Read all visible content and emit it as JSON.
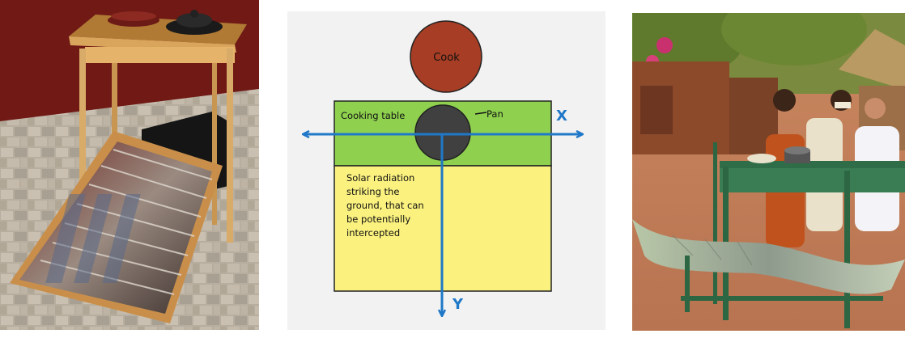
{
  "diagram": {
    "cook_label": "Cook",
    "table_label": "Cooking table",
    "pan_label": "Pan",
    "solar_text_lines": [
      "Solar radiation",
      "striking the",
      "ground, that can",
      "be potentially",
      "intercepted"
    ],
    "x_axis_label": "X",
    "y_axis_label": "Y"
  },
  "colors": {
    "cook_fill": "#a63d24",
    "table_fill": "#8fd14f",
    "ground_fill": "#faf17f",
    "pan_fill": "#404040",
    "axis_color": "#1f78c8",
    "diagram_bg": "#f2f2f2"
  },
  "photos": {
    "left": "solar-cooker-table-photo",
    "right": "outdoor-solar-cooker-group-photo"
  }
}
